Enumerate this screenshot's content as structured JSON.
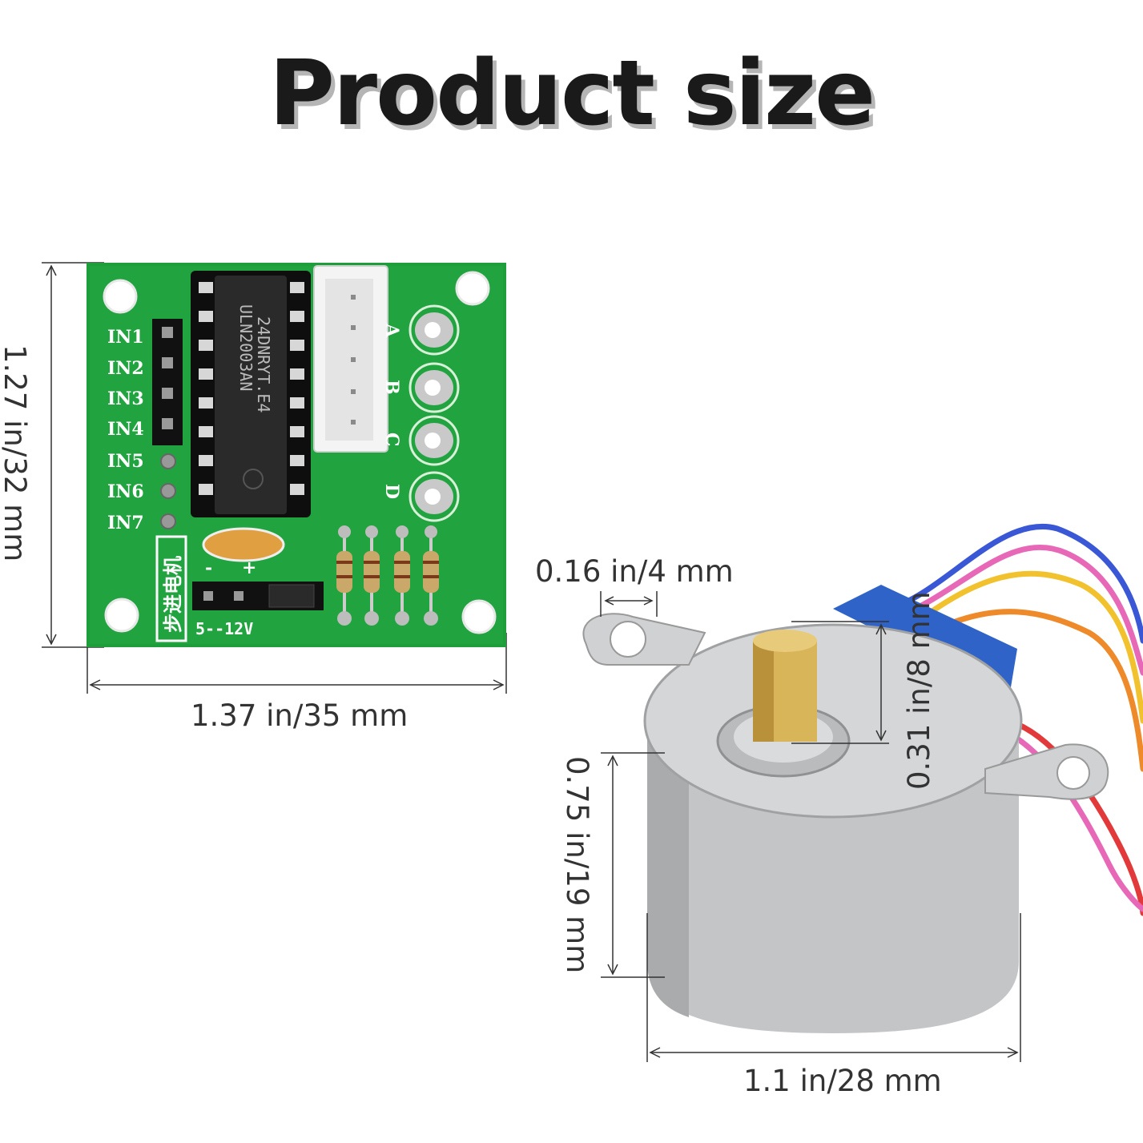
{
  "title": "Product size",
  "board": {
    "width_label": "1.37 in/35 mm",
    "height_label": "1.27 in/32 mm",
    "pin_labels": [
      "IN1",
      "IN2",
      "IN3",
      "IN4",
      "IN5",
      "IN6",
      "IN7"
    ],
    "led_labels": [
      "A",
      "B",
      "C",
      "D"
    ],
    "chip_text_1": "24DNRYT.E4",
    "chip_text_2": "ULN2003AN",
    "power_label": "5--12V",
    "motor_label": "步进电机",
    "minus_label": "-",
    "plus_label": "+",
    "colors": {
      "pcb": "#1e9e3a",
      "chip": "#1f1f1f",
      "connector": "#f2f2f2"
    }
  },
  "motor": {
    "ear_hole_label": "0.16 in/4 mm",
    "shaft_label": "0.31 in/8 mm",
    "body_height_label": "0.75 in/19 mm",
    "diameter_label": "1.1 in/28 mm",
    "colors": {
      "body": "#c9cbcd",
      "shaft": "#d9b55a",
      "cap": "#2f63c8"
    }
  }
}
